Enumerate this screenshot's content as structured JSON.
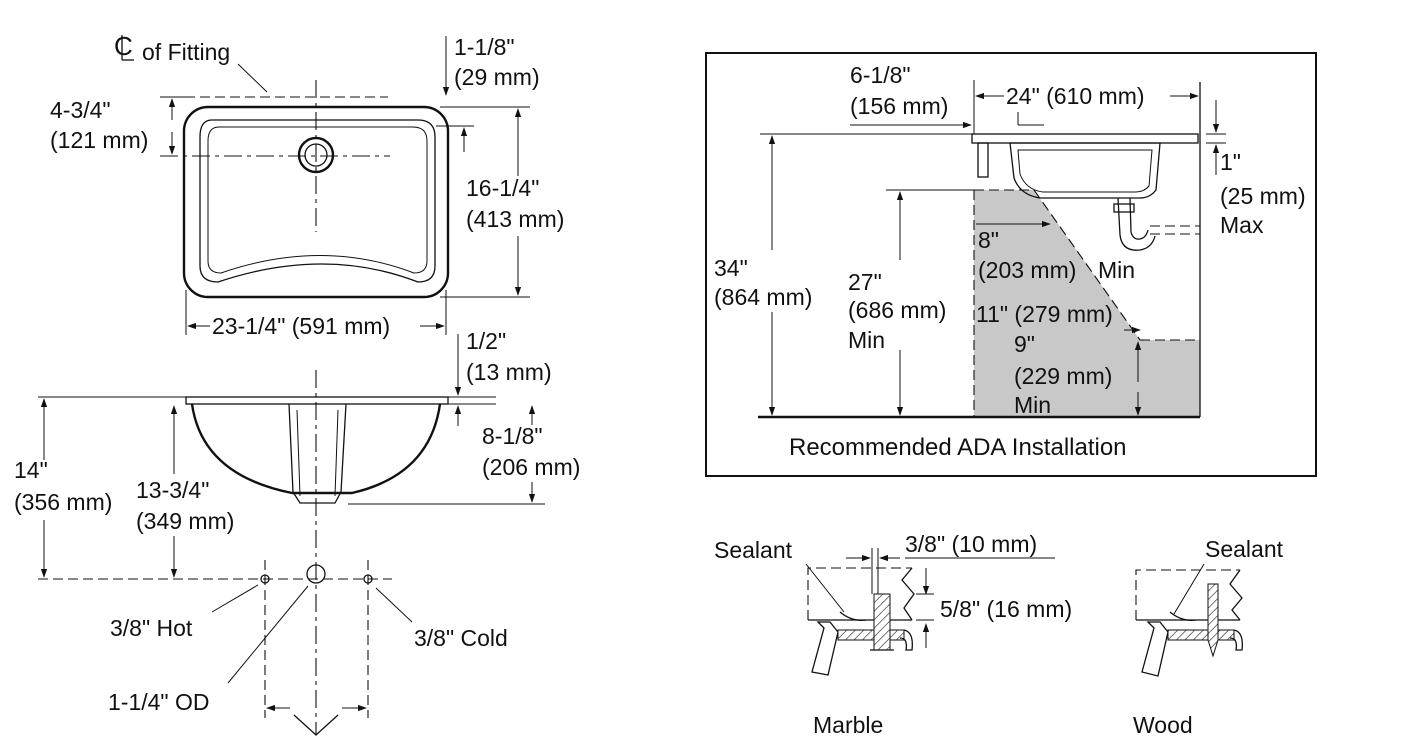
{
  "colors": {
    "line": "#111111",
    "clearance_fill": "#c8c8c8",
    "background": "#ffffff"
  },
  "top_view": {
    "fitting_label": "of Fitting",
    "centerline_icon": "centerline-symbol",
    "dim_width": "23-1/4\" (591 mm)",
    "dim_depth_in": "16-1/4\"",
    "dim_depth_mm": "(413 mm)",
    "dim_drain_in": "4-3/4\"",
    "dim_drain_mm": "(121 mm)",
    "dim_rim_in": "1-1/8\"",
    "dim_rim_mm": "(29 mm)"
  },
  "side_view": {
    "dim_flange_in": "1/2\"",
    "dim_flange_mm": "(13 mm)",
    "dim_bowl_in": "8-1/8\"",
    "dim_bowl_mm": "(206 mm)",
    "dim_total_in": "14\"",
    "dim_total_mm": "(356 mm)",
    "dim_outlet_in": "13-3/4\"",
    "dim_outlet_mm": "(349 mm)",
    "hot_label": "3/8\" Hot",
    "cold_label": "3/8\" Cold",
    "od_label": "1-1/4\" OD"
  },
  "ada": {
    "title": "Recommended ADA Installation",
    "dim_setback_in": "6-1/8\"",
    "dim_setback_mm": "(156 mm)",
    "dim_width": "24\" (610 mm)",
    "dim_lip_in": "1\"",
    "dim_lip_mm": "(25 mm)",
    "dim_lip_note": "Max",
    "dim_height_in": "34\"",
    "dim_height_mm": "(864 mm)",
    "dim_knee_in": "27\"",
    "dim_knee_mm": "(686 mm)",
    "dim_knee_note": "Min",
    "dim_knee_depth_in": "8\"",
    "dim_knee_depth_mm": "(203 mm)",
    "dim_knee_depth_note": "Min",
    "dim_toe_depth": "11\" (279 mm)",
    "dim_toe_in": "9\"",
    "dim_toe_mm": "(229 mm)",
    "dim_toe_note": "Min"
  },
  "marble": {
    "label": "Marble",
    "sealant_label": "Sealant",
    "dim_gap": "3/8\" (10 mm)",
    "dim_thickness": "5/8\" (16 mm)"
  },
  "wood": {
    "label": "Wood",
    "sealant_label": "Sealant"
  }
}
